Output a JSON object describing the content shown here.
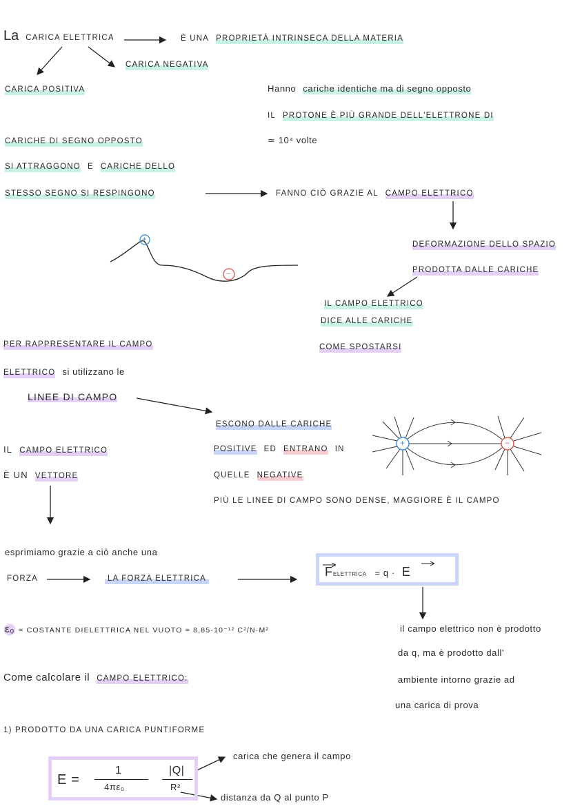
{
  "intro": {
    "la": "La",
    "carica_elettrica": "CARICA ELETTRICA",
    "prop_e": "È UNA",
    "proprieta": "PROPRIETÀ INTRINSECA della MATERIA",
    "negativa": "CARICA NEGATIVA",
    "positiva": "CARICA POSITIVA"
  },
  "right1": {
    "hanno_1": "Hanno",
    "hanno_2": "cariche identiche ma di segno opposto",
    "protone_1": "IL",
    "protone_2": "PROTONE È PIÙ GRANDE DELL'ELETTRONE DI",
    "volte": "≃ 10⁴ volte"
  },
  "attraction": {
    "line1": "CARICHE DI SEGNO OPPOSTO",
    "line2a": "SI ATTRAGGONO",
    "line2b": "E",
    "line2c": "CARICHE DELLO",
    "line3": "STESSO SEGNO SI RESPINGONO",
    "fanno": "fanno ciò GRAZIE AL",
    "campo": "CAMPO ELETTRICO"
  },
  "deformation": {
    "line1": "DEFORMAZIONE DELLO SPAZIO",
    "line2": "PRODOTTA DALLE CARICHE",
    "plus": "+",
    "minus": "−"
  },
  "campo_dice": {
    "line1": "IL CAMPO ELETTRICO",
    "line2": "DICE ALLE CARICHE",
    "line3": "COME SPOSTARSI"
  },
  "rappresentare": {
    "line1": "PER RAPPRESENTARE IL CAMPO",
    "line2a": "ELETTRICO",
    "line2b": "si utilizzano le",
    "linee": "LINEE DI CAMPO"
  },
  "linee_desc": {
    "line1": "ESCONO DALLE CARICHE",
    "line2a": "POSITIVE",
    "line2b": "ED",
    "line2c": "ENTRANO",
    "line2d": "IN",
    "line3a": "QUELLE",
    "line3b": "NEGATIVE",
    "density": "Più le linee di campo sono dense, maggiore è il campo"
  },
  "vettore": {
    "line1a": "IL",
    "line1b": "CAMPO ELETTRICO",
    "line2a": "È UN",
    "line2b": "VETTORE"
  },
  "forza": {
    "esprimiamo": "esprimiamo grazie a ciò anche una",
    "forza": "FORZA",
    "forza_elettrica": "LA FORZA ELETTRICA",
    "formula_F": "F",
    "formula_sub": "ELETTRICA",
    "formula_rest": "= q ·",
    "formula_E": "E"
  },
  "epsilon": {
    "symbol": "ε₀",
    "text": "= COSTANTE DIELETTRICA NEL VUOTO = 8,85·10⁻¹² C²/N·m²"
  },
  "note": {
    "line1": "il campo elettrico non è prodotto",
    "line2": "da q, ma è prodotto dall'",
    "line3": "ambiente intorno grazie ad",
    "line4": "una carica di prova"
  },
  "calcolo": {
    "come": "Come calcolare il",
    "campo": "CAMPO ELETTRICO:",
    "point1": "1) PRODOTTO DA UNA CARICA PUNTIFORME",
    "E": "E =",
    "num1": "1",
    "den1": "4πε₀",
    "num2": "|Q|",
    "den2": "R²",
    "label_q": "carica che genera il campo",
    "label_r": "distanza da Q al punto P"
  },
  "colors": {
    "teal": "#c9f1e5",
    "purple": "#e4cff7",
    "blue": "#c8d5f8",
    "red": "#f7cdd2",
    "positive": "#3a8fd8",
    "negative": "#e0524a"
  }
}
